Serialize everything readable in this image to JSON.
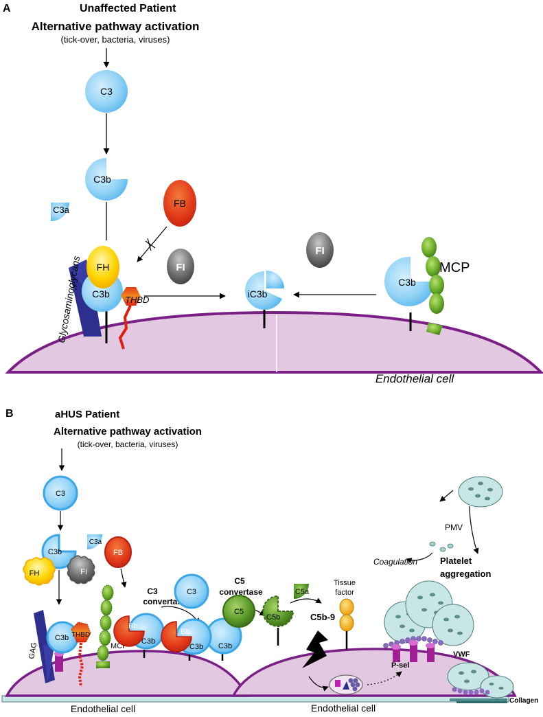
{
  "panel_a": {
    "letter": "A",
    "title": "Unaffected Patient",
    "activation_title": "Alternative pathway activation",
    "activation_subtitle": "(tick-over, bacteria, viruses)",
    "c3": "C3",
    "c3b": "C3b",
    "c3a": "C3a",
    "fb": "FB",
    "fh": "FH",
    "c3b_bound": "C3b",
    "thbd": "THBD",
    "glycosaminoglycans": "Glycosaminoglycans",
    "fi_left": "FI",
    "fi_right": "FI",
    "ic3b": "iC3b",
    "c3b_right": "C3b",
    "mcp": "MCP",
    "cell_label": "Endothelial cell"
  },
  "panel_b": {
    "letter": "B",
    "title": "aHUS Patient",
    "activation_title": "Alternative pathway activation",
    "activation_subtitle": "(tick-over, bacteria, viruses)",
    "c3": "C3",
    "c3b": "C3b",
    "c3a": "C3a",
    "fh": "FH",
    "fi": "FI",
    "fb": "FB",
    "c3b_bound": "C3b",
    "thbd": "THBD",
    "mcp": "MCP",
    "gag": "GAG",
    "bb1": "Bb",
    "c3b_conv1": "C3b",
    "c3_conv_title_1": "C3",
    "c3_conv_title_2": "convertase",
    "c3_free": "C3",
    "bb2": "Bb",
    "c3b_conv2a": "C3b",
    "c3b_conv2b": "C3b",
    "c5_conv_title_1": "C5",
    "c5_conv_title_2": "convertase",
    "c5": "C5",
    "c5b": "C5b",
    "c5a": "C5a",
    "c5b9": "C5b-9",
    "tissue_factor_1": "Tissue",
    "tissue_factor_2": "factor",
    "pmv": "PMV",
    "coagulation": "Coagulation",
    "platelet_1": "Platelet",
    "platelet_2": "aggregation",
    "psel": "P-sel",
    "vwf": "VWF",
    "collagen": "Collagen",
    "cell_label_left": "Endothelial cell",
    "cell_label_right": "Endothelial cell"
  },
  "colors": {
    "cell_fill": "#e2c8e0",
    "cell_stroke": "#7a1f86",
    "c3_fill": "#8fd0f5",
    "c3_stroke": "#3aa6e6",
    "fh": "#ffd400",
    "fb": "#e8341c",
    "fi": "#6f6f6f",
    "mcp": "#6cae2a",
    "c5": "#5d9c2a",
    "platelet": "#c8e6e6",
    "gag": "#2d2f8f"
  }
}
